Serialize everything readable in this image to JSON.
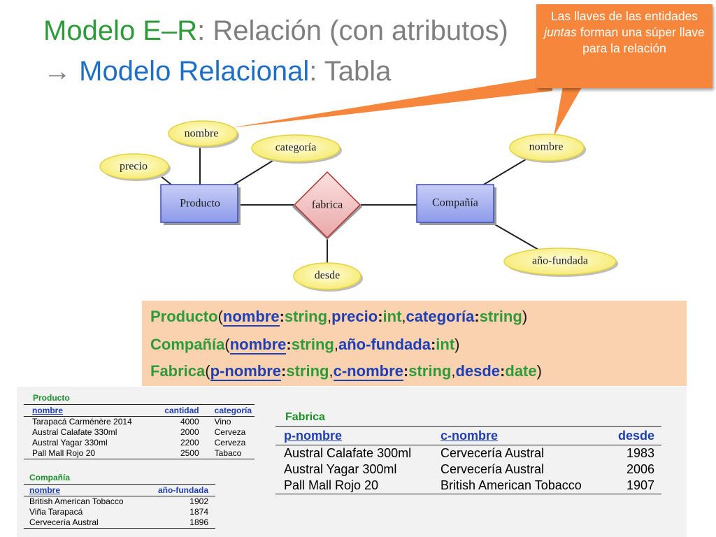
{
  "title": {
    "line1_green": "Modelo E–R",
    "line1_sep": ":",
    "line1_gray": " Relación (con atributos)",
    "line2_arrow": "→",
    "line2_blue": "Modelo Relacional",
    "line2_sep": ":",
    "line2_gray": " Tabla"
  },
  "callout": {
    "text_before": "Las llaves de las entidades ",
    "text_italic": "juntas",
    "text_after": " forman una súper llave para la relación"
  },
  "diagram": {
    "entities": [
      "Producto",
      "Compañía"
    ],
    "relationship": "fabrica",
    "attributes": {
      "producto_nombre": "nombre",
      "producto_precio": "precio",
      "producto_categoria": "categoría",
      "compania_nombre": "nombre",
      "compania_fundada": "año-fundada",
      "fabrica_desde": "desde"
    }
  },
  "schema": {
    "producto": {
      "entity": "Producto",
      "attrs": [
        {
          "name": "nombre",
          "type": "string",
          "key": true
        },
        {
          "name": "precio",
          "type": "int",
          "key": false
        },
        {
          "name": "categoría",
          "type": "string",
          "key": false
        }
      ]
    },
    "compania": {
      "entity": "Compañía",
      "attrs": [
        {
          "name": "nombre",
          "type": "string",
          "key": true
        },
        {
          "name": "año-fundada",
          "type": "int",
          "key": false
        }
      ]
    },
    "fabrica": {
      "entity": "Fabrica",
      "attrs": [
        {
          "name": "p-nombre",
          "type": "string",
          "key": true
        },
        {
          "name": "c-nombre",
          "type": "string",
          "key": true
        },
        {
          "name": "desde",
          "type": "date",
          "key": false
        }
      ]
    }
  },
  "tables": {
    "producto": {
      "title": "Producto",
      "headers": [
        "nombre",
        "cantidad",
        "categoría"
      ],
      "rows": [
        [
          "Tarapacá Carménère 2014",
          "4000",
          "Vino"
        ],
        [
          "Austral Calafate 330ml",
          "2000",
          "Cerveza"
        ],
        [
          "Austral Yagar 330ml",
          "2200",
          "Cerveza"
        ],
        [
          "Pall Mall Rojo 20",
          "2500",
          "Tabaco"
        ]
      ]
    },
    "compania": {
      "title": "Compañía",
      "headers": [
        "nombre",
        "año-fundada"
      ],
      "rows": [
        [
          "British American Tobacco",
          "1902"
        ],
        [
          "Viña Tarapacá",
          "1874"
        ],
        [
          "Cervecería Austral",
          "1896"
        ]
      ]
    },
    "fabrica": {
      "title": "Fabrica",
      "headers": [
        "p-nombre",
        "c-nombre",
        "desde"
      ],
      "rows": [
        [
          "Austral Calafate 300ml",
          "Cervecería Austral",
          "1983"
        ],
        [
          "Austral Yagar 300ml",
          "Cervecería Austral",
          "2006"
        ],
        [
          "Pall Mall Rojo 20",
          "British American Tobacco",
          "1907"
        ]
      ]
    }
  },
  "colors": {
    "green": "#2f9a3a",
    "blue": "#1f6fc4",
    "callout": "#f5863c",
    "schema_bg": "#fad2b0",
    "entity_fill": "#a8b4f0",
    "attribute_fill": "#fcf6a8",
    "relationship_fill": "#f2c4c4"
  }
}
